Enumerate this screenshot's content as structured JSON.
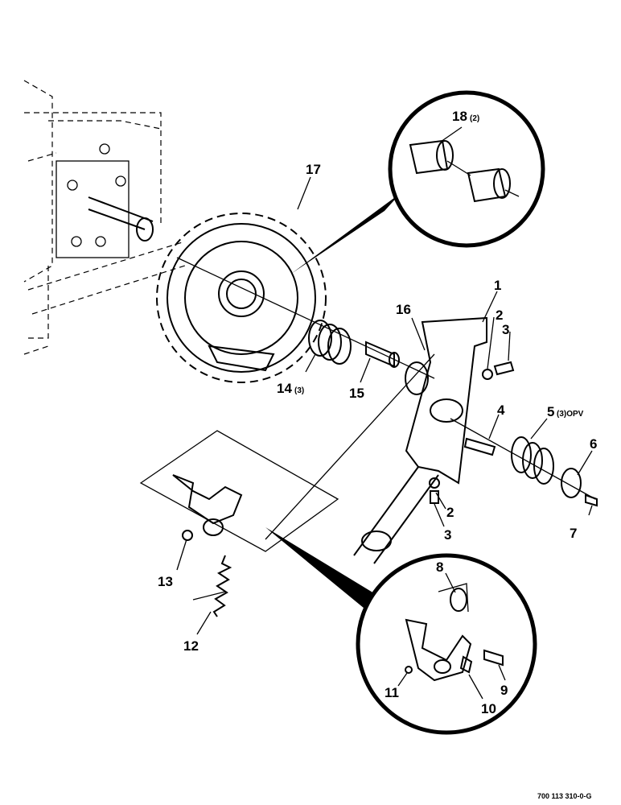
{
  "callouts": {
    "c1": "1",
    "c2a": "2",
    "c3a": "3",
    "c4": "4",
    "c5": "5",
    "c5sub": "(3)OPV",
    "c6": "6",
    "c7": "7",
    "c2b": "2",
    "c3b": "3",
    "c8": "8",
    "c9": "9",
    "c10": "10",
    "c11": "11",
    "c12": "12",
    "c13": "13",
    "c14": "14",
    "c14sub": "(3)",
    "c15": "15",
    "c16": "16",
    "c17": "17",
    "c18": "18",
    "c18sub": "(2)"
  },
  "drawing_number": "700 113 310-0-G",
  "colors": {
    "ink": "#000000",
    "paper": "#ffffff"
  }
}
